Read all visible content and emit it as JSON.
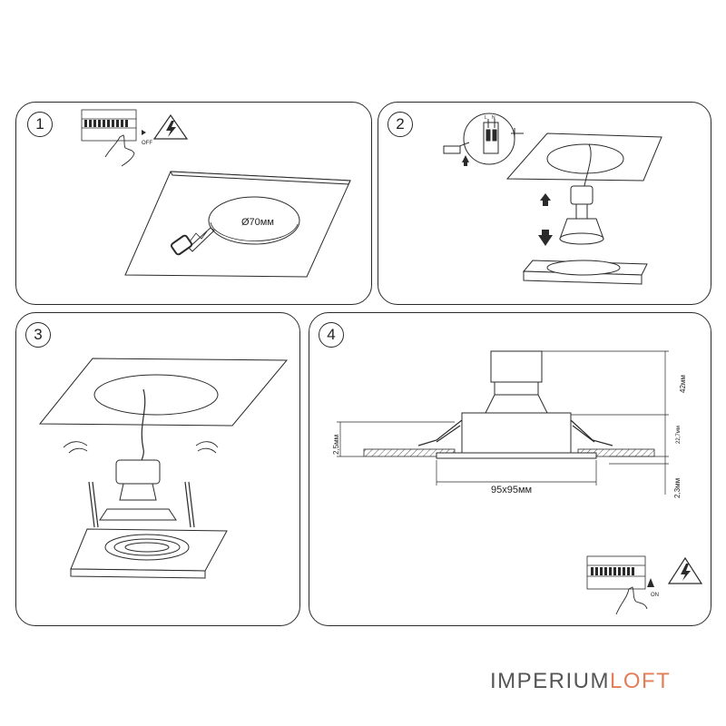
{
  "steps": {
    "s1": "1",
    "s2": "2",
    "s3": "3",
    "s4": "4"
  },
  "panel1": {
    "switch_label": "OFF",
    "hole_label": "Ø70мм"
  },
  "panel4": {
    "dim_height_top": "42мм",
    "dim_height_mid": "22,7мм",
    "dim_height_bottom": "2,3мм",
    "dim_left": "2,5мм",
    "dim_width": "95x95мм",
    "switch_label": "ON"
  },
  "panel2": {
    "terminal_labels": [
      "L",
      "N"
    ]
  },
  "brand": {
    "part1": "IMPERIUM",
    "part2": "LOFT"
  },
  "icons": [
    "breaker-switch-icon",
    "hand-icon",
    "high-voltage-warning-icon",
    "saw-icon",
    "arrow-up-icon",
    "arrow-down-icon",
    "wire-connector-icon"
  ],
  "colors": {
    "line": "#2a2a2a",
    "brand_gray": "#555555",
    "brand_accent": "#e07f5a"
  }
}
